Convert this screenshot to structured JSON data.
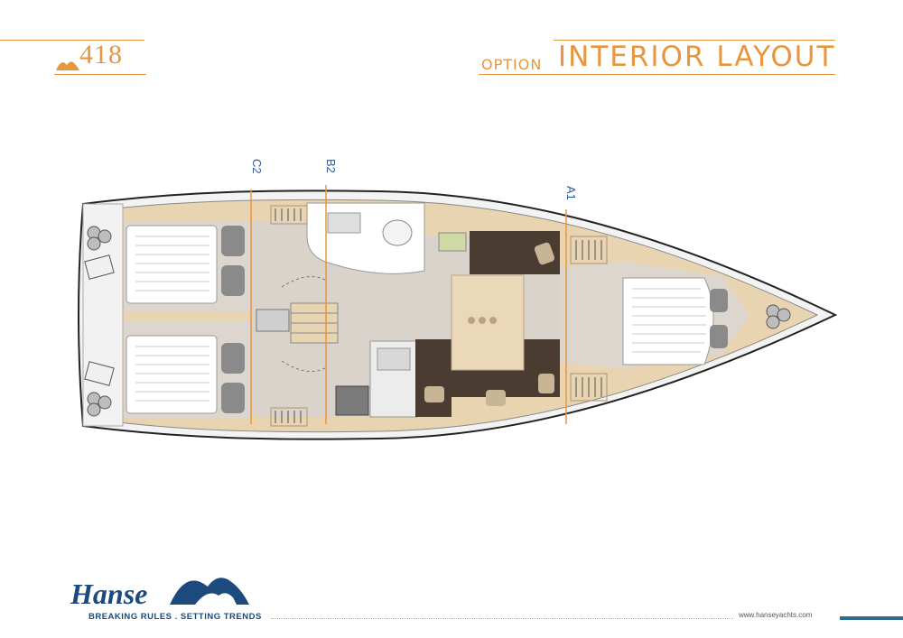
{
  "header": {
    "model_number": "418",
    "option_label": "OPTION",
    "title": "INTERIOR LAYOUT"
  },
  "sections": {
    "c2": "C2",
    "b2": "B2",
    "a1": "A1"
  },
  "brand": {
    "name": "Hanse",
    "tagline": "BREAKING RULES . SETTING TRENDS",
    "website": "www.hanseyachts.com"
  },
  "colors": {
    "accent": "#e8963e",
    "brand_blue": "#1c4a7c",
    "wood": "#e9d4b2",
    "floor": "#d9d3cb",
    "sofa": "#4a3c30",
    "cushion": "#c8b596",
    "section_line": "#e8963e"
  }
}
